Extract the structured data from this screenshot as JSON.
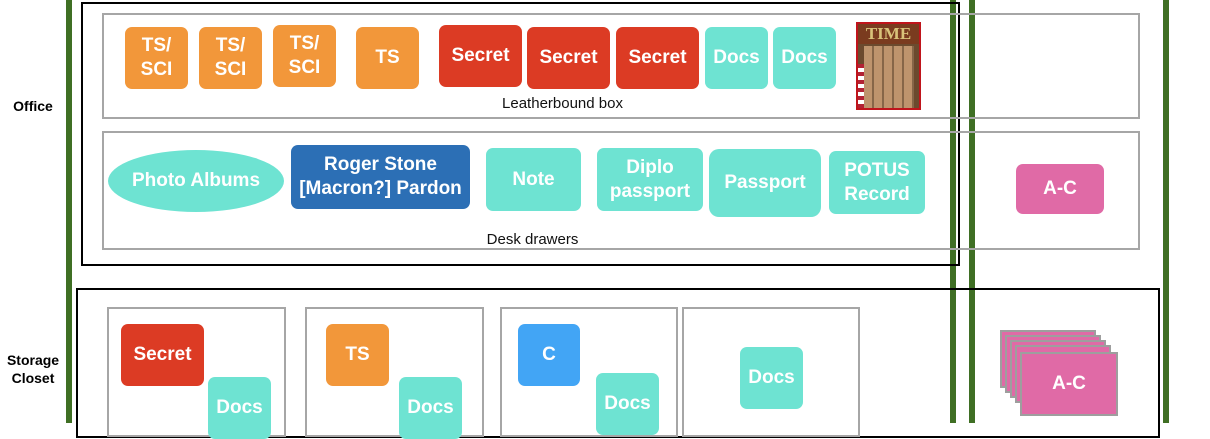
{
  "rows": {
    "office": "Office",
    "storage": "Storage\nCloset"
  },
  "captions": {
    "leatherbound": "Leatherbound box",
    "desk": "Desk drawers"
  },
  "leatherbound_items": [
    "TS/\nSCI",
    "TS/\nSCI",
    "TS/\nSCI",
    "TS",
    "Secret",
    "Secret",
    "Secret",
    "Docs",
    "Docs"
  ],
  "magazine": "TIME",
  "desk_items": [
    "Photo Albums",
    "Roger Stone\n[Macron?] Pardon",
    "Note",
    "Diplo\npassport",
    "Passport",
    "POTUS\nRecord"
  ],
  "office_right": "A-C",
  "storage_items": {
    "box1": [
      "Secret",
      "Docs"
    ],
    "box2": [
      "TS",
      "Docs"
    ],
    "box3": [
      "C",
      "Docs"
    ],
    "box4": [
      "Docs"
    ]
  },
  "storage_right": "A-C",
  "colors": {
    "orange": "#f2973a",
    "red": "#dc3b24",
    "teal": "#6ee3d2",
    "blue": "#2c6fb5",
    "lightblue": "#42a5f5",
    "pink": "#e06aa6",
    "green": "#3f6f24"
  }
}
